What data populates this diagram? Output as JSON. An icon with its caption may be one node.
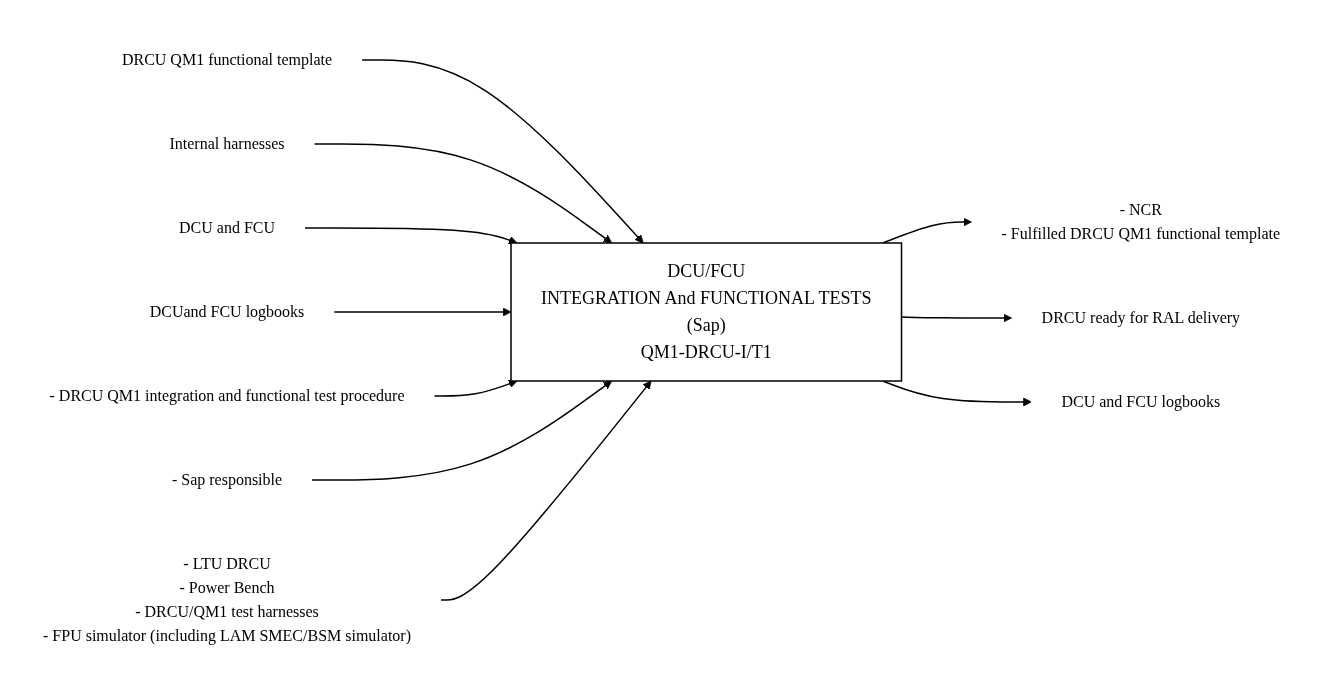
{
  "diagram": {
    "nodes": [
      {
        "text": [
          "DRCU QM1 functional template"
        ]
      },
      {
        "text": [
          "Internal harnesses"
        ]
      },
      {
        "text": [
          "DCU and FCU"
        ]
      },
      {
        "text": [
          "DCUand FCU logbooks"
        ]
      },
      {
        "text": [
          "DCU/FCU",
          "INTEGRATION And FUNCTIONAL TESTS",
          "(Sap)",
          "QM1-DRCU-I/T1"
        ]
      },
      {
        "text": [
          "- NCR",
          "- Fulfilled DRCU QM1 functional template"
        ]
      },
      {
        "text": [
          "DRCU ready for RAL delivery"
        ]
      },
      {
        "text": [
          "DCU and FCU logbooks"
        ]
      },
      {
        "text": [
          "- DRCU QM1 integration and functional test procedure"
        ]
      },
      {
        "text": [
          "- Sap responsible"
        ]
      },
      {
        "text": [
          "- LTU DRCU",
          "- Power Bench",
          "- DRCU/QM1 test harnesses",
          "- FPU simulator (including LAM SMEC/BSM simulator)"
        ]
      }
    ],
    "edges": [
      {
        "from": 0,
        "to": 4,
        "arrow": "to"
      },
      {
        "from": 1,
        "to": 4,
        "arrow": "to"
      },
      {
        "from": 2,
        "to": 4,
        "arrow": "to"
      },
      {
        "from": 3,
        "to": 4,
        "arrow": "to"
      },
      {
        "from": 4,
        "to": 5,
        "arrow": "to"
      },
      {
        "from": 4,
        "to": 6,
        "arrow": "to"
      },
      {
        "from": 4,
        "to": 7,
        "arrow": "to"
      },
      {
        "from": 8,
        "to": 4,
        "arrow": "to"
      },
      {
        "from": 9,
        "to": 4,
        "arrow": "to"
      },
      {
        "from": 10,
        "to": 4,
        "arrow": "to"
      }
    ]
  }
}
